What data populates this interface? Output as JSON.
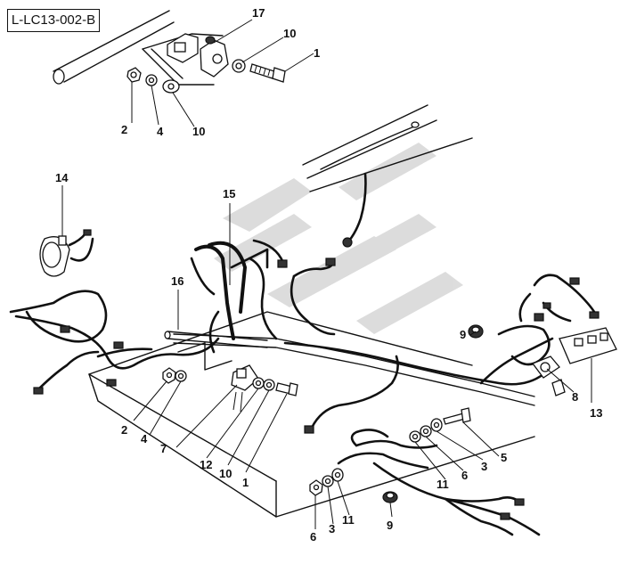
{
  "diagram_code": "L-LC13-002-B",
  "callouts": [
    {
      "id": "c17",
      "text": "17"
    },
    {
      "id": "c10a",
      "text": "10"
    },
    {
      "id": "c1a",
      "text": "1"
    },
    {
      "id": "c2a",
      "text": "2"
    },
    {
      "id": "c4a",
      "text": "4"
    },
    {
      "id": "c10b",
      "text": "10"
    },
    {
      "id": "c14",
      "text": "14"
    },
    {
      "id": "c15",
      "text": "15"
    },
    {
      "id": "c16",
      "text": "16"
    },
    {
      "id": "c9a",
      "text": "9"
    },
    {
      "id": "c13",
      "text": "13"
    },
    {
      "id": "c8",
      "text": "8"
    },
    {
      "id": "c2b",
      "text": "2"
    },
    {
      "id": "c4b",
      "text": "4"
    },
    {
      "id": "c7",
      "text": "7"
    },
    {
      "id": "c12",
      "text": "12"
    },
    {
      "id": "c10c",
      "text": "10"
    },
    {
      "id": "c1b",
      "text": "1"
    },
    {
      "id": "c5",
      "text": "5"
    },
    {
      "id": "c3a",
      "text": "3"
    },
    {
      "id": "c6a",
      "text": "6"
    },
    {
      "id": "c11a",
      "text": "11"
    },
    {
      "id": "c6b",
      "text": "6"
    },
    {
      "id": "c3b",
      "text": "3"
    },
    {
      "id": "c11b",
      "text": "11"
    },
    {
      "id": "c9b",
      "text": "9"
    }
  ]
}
